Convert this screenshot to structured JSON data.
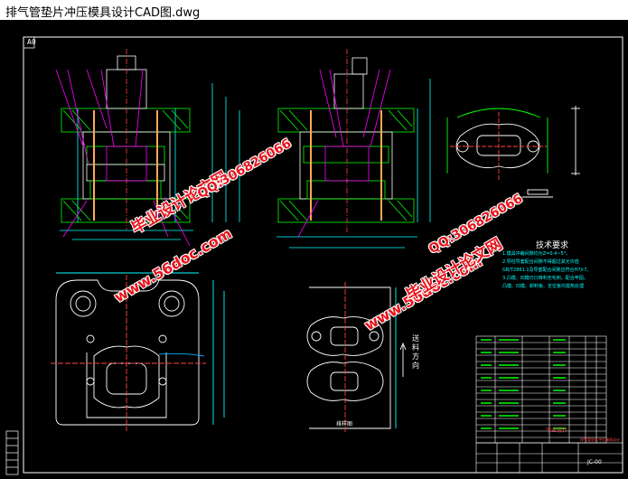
{
  "window": {
    "title": "排气管垫片冲压模具设计CAD图.dwg"
  },
  "drawing": {
    "sheet_tag": "A0",
    "tech_req_title": "技术要求",
    "tech_req_lines": [
      "1.模具冲裁间隙均为Z=0.4~5°。",
      "2.导柱导套配合间隙不得超过其允许值",
      "  GB/T2861.1及导套配合间隙应符合H7/r7。",
      "3.凸模、凹模刃口锋利无毛刺，配合牢固。",
      "  凸模、凹模、卸料板、定位板均需热处理"
    ],
    "feed_direction": "送料方向",
    "strip_label": "排样图",
    "title_block_school": "毕业设计",
    "title_block_name": "排气管垫片冲压模具设计",
    "drawing_no": "JC-00"
  },
  "watermarks": {
    "site": "www.56doc.com",
    "qq": "QQ:306826066",
    "brand": "毕业设计论文网"
  },
  "colors": {
    "background": "#000000",
    "lines_primary": "#00ff00",
    "lines_secondary": "#ffffff",
    "leaders": "#ff00ff",
    "dimensions": "#00ffff",
    "watermark_red": "#e8141c"
  }
}
